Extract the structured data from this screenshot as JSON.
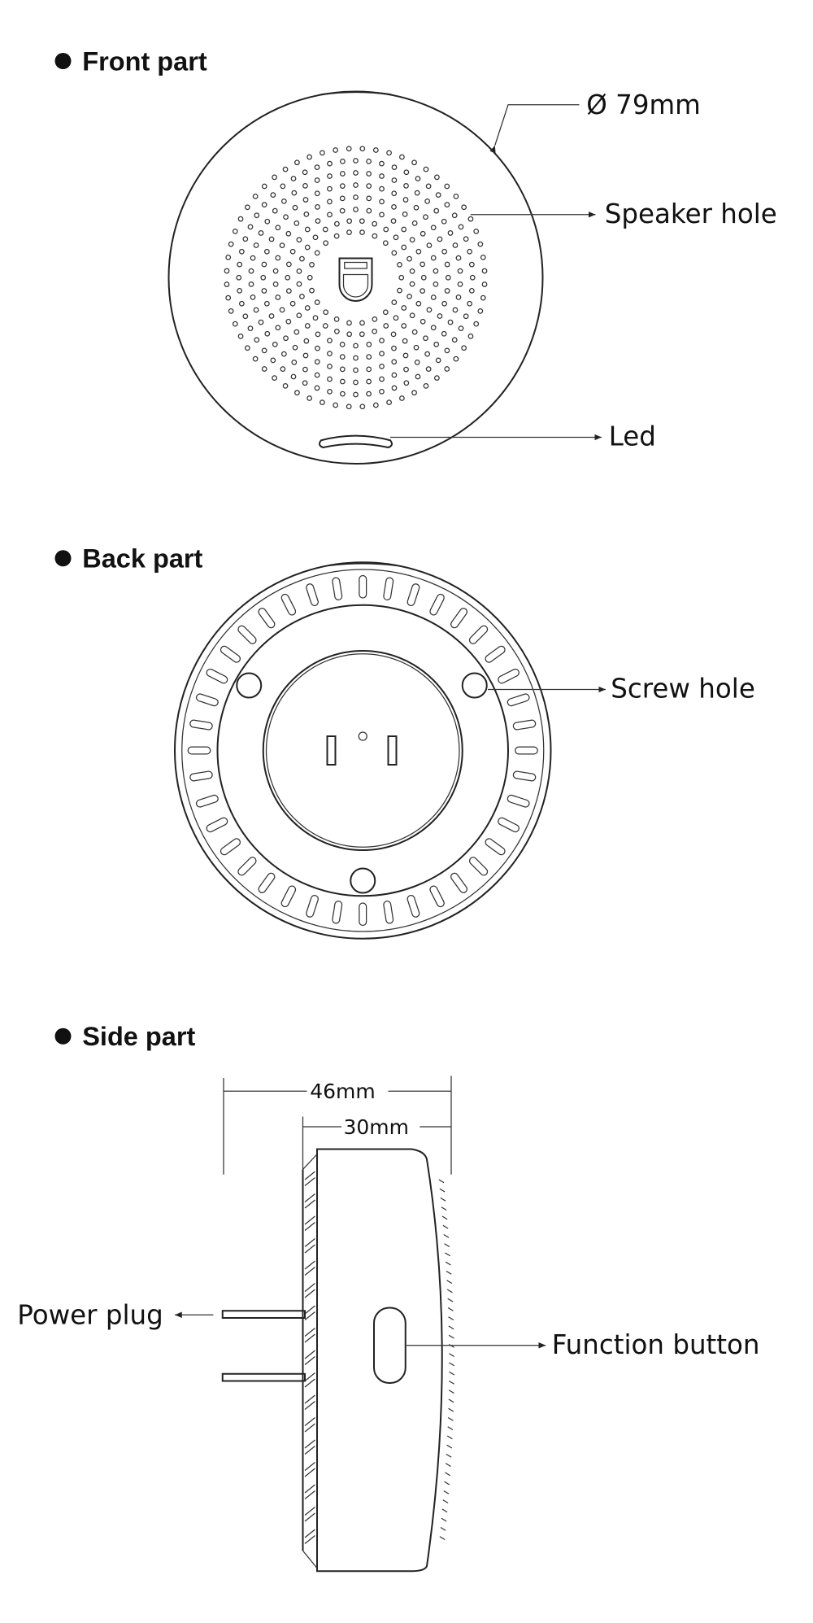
{
  "sections": {
    "front": {
      "title": "Front part",
      "diameter": "Ø 79mm",
      "speaker_hole": "Speaker hole",
      "led": "Led"
    },
    "back": {
      "title": "Back part",
      "screw_hole": "Screw hole"
    },
    "side": {
      "title": "Side part",
      "depth_total": "46mm",
      "depth_body": "30mm",
      "power_plug": "Power plug",
      "function_button": "Function button"
    }
  }
}
